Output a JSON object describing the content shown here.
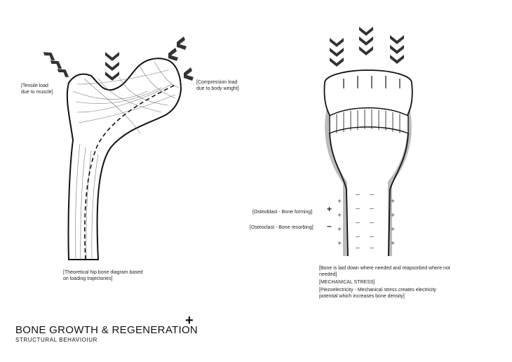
{
  "femur": {
    "tensile_label_line1": "[Tensile load",
    "tensile_label_line2": "due to muscle]",
    "compression_label_line1": "[Compression load",
    "compression_label_line2": "due to body weight]",
    "caption_line1": "[Theoretical hip bone diagram based",
    "caption_line2": "on loading trajectories]"
  },
  "bone_section": {
    "osteoblast_label": "[Osteoblast - Bone forming]",
    "osteoclast_label": "[Osteoclast - Bone resorbing]",
    "caption_line1": "[Bone  is laid down where needed and reapsorbed where not",
    "caption_line2": "needed]",
    "caption_line3": "[MECHANICAL STRESS]",
    "caption_line4": "[Piezoelectricity - Mechanical stress creates electricity",
    "caption_line5": "potential which increases bone density]"
  },
  "footer": {
    "title": "BONE GROWTH & REGENERATION",
    "subtitle": "STRUCTURAL  BEHAVIOIUR",
    "plus_symbol": "+"
  },
  "legend_symbols": {
    "plus": "+",
    "minus": "–"
  }
}
